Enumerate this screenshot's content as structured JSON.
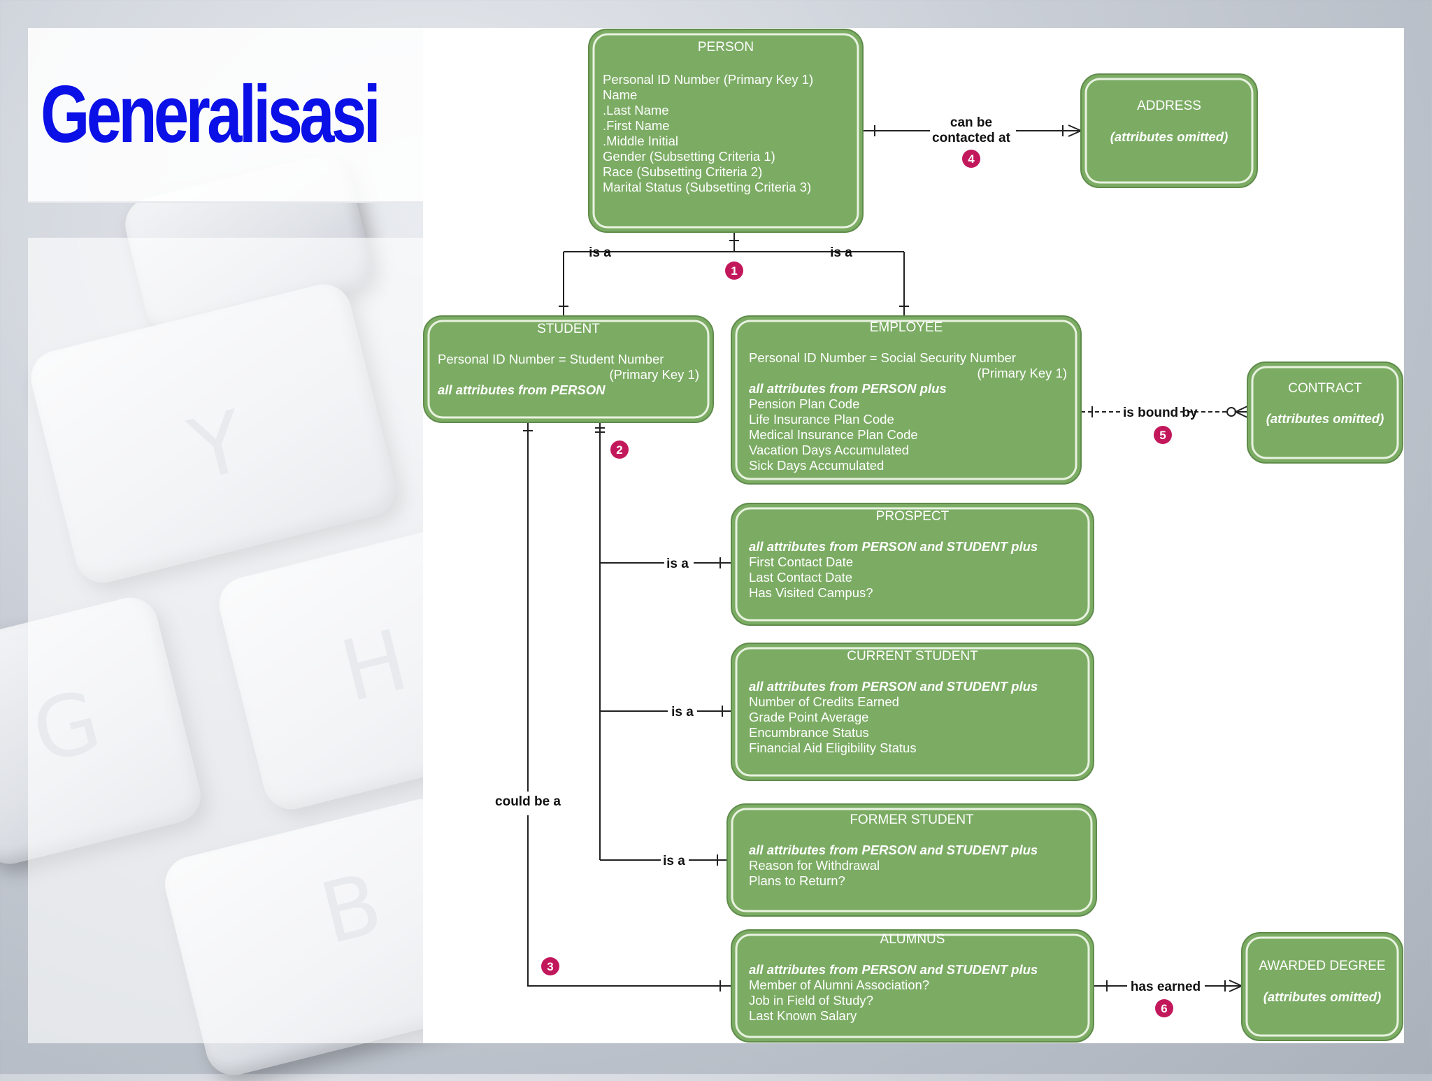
{
  "slide": {
    "title": "Generalisasi"
  },
  "backdrop_keys": [
    "Y",
    "H",
    "G",
    "B"
  ],
  "entities": {
    "person": {
      "title": "PERSON",
      "lines": [
        {
          "t": "Personal ID Number (Primary Key 1)",
          "i": false
        },
        {
          "t": "Name",
          "i": false
        },
        {
          "t": ".Last Name",
          "i": false
        },
        {
          "t": ".First Name",
          "i": false
        },
        {
          "t": ".Middle Initial",
          "i": false
        },
        {
          "t": "Gender (Subsetting Criteria 1)",
          "i": false
        },
        {
          "t": "Race (Subsetting Criteria 2)",
          "i": false
        },
        {
          "t": "Marital Status (Subsetting Criteria 3)",
          "i": false
        }
      ]
    },
    "address": {
      "title": "ADDRESS",
      "lines": [
        {
          "t": "(attributes omitted)",
          "i": true
        }
      ]
    },
    "student": {
      "title": "STUDENT",
      "lines": [
        {
          "t": "Personal ID Number = Student Number",
          "i": false
        },
        {
          "t": "(Primary Key 1)",
          "i": false,
          "indent": true
        },
        {
          "t": "all attributes from PERSON",
          "i": true
        }
      ]
    },
    "employee": {
      "title": "EMPLOYEE",
      "lines": [
        {
          "t": "Personal ID Number = Social Security Number",
          "i": false
        },
        {
          "t": "(Primary Key 1)",
          "i": false,
          "indent": true
        },
        {
          "t": "all attributes from PERSON plus",
          "i": true
        },
        {
          "t": "Pension Plan Code",
          "i": false
        },
        {
          "t": "Life Insurance Plan Code",
          "i": false
        },
        {
          "t": "Medical Insurance Plan Code",
          "i": false
        },
        {
          "t": "Vacation Days Accumulated",
          "i": false
        },
        {
          "t": "Sick Days Accumulated",
          "i": false
        }
      ]
    },
    "contract": {
      "title": "CONTRACT",
      "lines": [
        {
          "t": "(attributes omitted)",
          "i": true
        }
      ]
    },
    "prospect": {
      "title": "PROSPECT",
      "lines": [
        {
          "t": "all attributes from PERSON and STUDENT plus",
          "i": true
        },
        {
          "t": "First Contact Date",
          "i": false
        },
        {
          "t": "Last Contact Date",
          "i": false
        },
        {
          "t": "Has Visited Campus?",
          "i": false
        }
      ]
    },
    "current_student": {
      "title": "CURRENT STUDENT",
      "lines": [
        {
          "t": "all attributes from PERSON and STUDENT plus",
          "i": true
        },
        {
          "t": "Number of Credits Earned",
          "i": false
        },
        {
          "t": "Grade Point Average",
          "i": false
        },
        {
          "t": "Encumbrance Status",
          "i": false
        },
        {
          "t": "Financial Aid Eligibility Status",
          "i": false
        }
      ]
    },
    "former_student": {
      "title": "FORMER STUDENT",
      "lines": [
        {
          "t": "all attributes from PERSON and STUDENT plus",
          "i": true
        },
        {
          "t": "Reason for Withdrawal",
          "i": false
        },
        {
          "t": "Plans to Return?",
          "i": false
        }
      ]
    },
    "alumnus": {
      "title": "ALUMNUS",
      "lines": [
        {
          "t": "all attributes from PERSON and STUDENT plus",
          "i": true
        },
        {
          "t": "Member of Alumni Association?",
          "i": false
        },
        {
          "t": "Job in Field of Study?",
          "i": false
        },
        {
          "t": "Last Known Salary",
          "i": false
        }
      ]
    },
    "awarded_degree": {
      "title": "AWARDED DEGREE",
      "lines": [
        {
          "t": "(attributes omitted)",
          "i": true
        }
      ]
    }
  },
  "relationships": {
    "person_student": "is a",
    "person_employee": "is a",
    "person_address_1": "can be",
    "person_address_2": "contacted at",
    "employee_contract": "is bound by",
    "student_prospect": "is a",
    "student_current": "is a",
    "student_former": "is a",
    "student_alumnus": "could be a",
    "alumnus_degree": "has earned"
  },
  "badges": [
    "1",
    "2",
    "3",
    "4",
    "5",
    "6"
  ],
  "colors": {
    "entity_fill": "#7cac64",
    "entity_border": "#5f8c4b",
    "entity_inner": "#e8f2e0",
    "badge": "#c2185b",
    "title": "#0a10e6",
    "line": "#222222"
  }
}
